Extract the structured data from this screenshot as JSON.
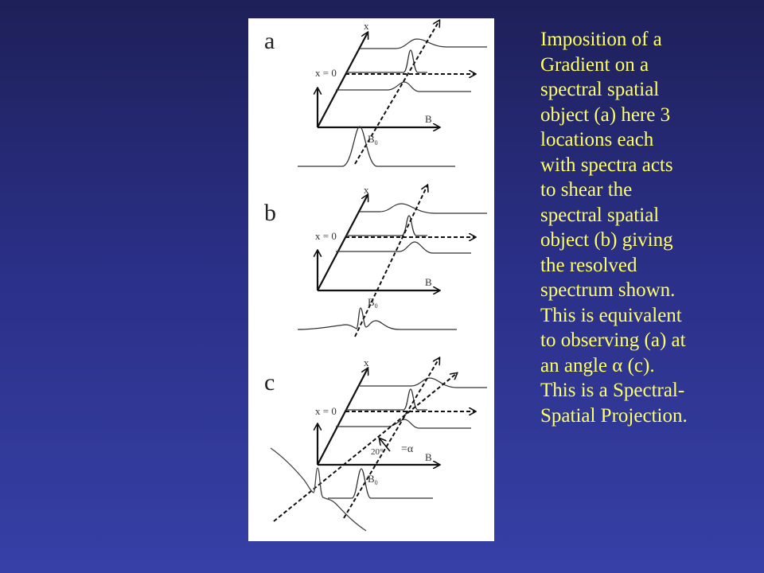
{
  "figure": {
    "panels": [
      {
        "letter": "a",
        "x_label": "x",
        "x0_label": "x = 0",
        "b_label": "B",
        "b0_label": "B"
      },
      {
        "letter": "b",
        "x_label": "x",
        "x0_label": "x = 0",
        "b_label": "B",
        "b0_label": "B"
      },
      {
        "letter": "c",
        "x_label": "x",
        "x0_label": "x = 0",
        "b_label": "B",
        "b0_label": "B",
        "angle_label": "20°",
        "alpha_label": "=α"
      }
    ],
    "subscript": "0"
  },
  "caption": {
    "lines": [
      "Imposition of a",
      "Gradient on a",
      "spectral spatial",
      "object (a) here 3",
      "locations each",
      "with spectra acts",
      "to shear the",
      "spectral spatial",
      "object (b) giving",
      "the resolved",
      "spectrum shown.",
      "This is equivalent",
      "to observing (a) at",
      "an angle α (c).",
      "This is a Spectral-",
      "Spatial Projection."
    ]
  },
  "colors": {
    "caption": "#ffff66",
    "background": "#2a2f86",
    "figure_bg": "#ffffff"
  }
}
